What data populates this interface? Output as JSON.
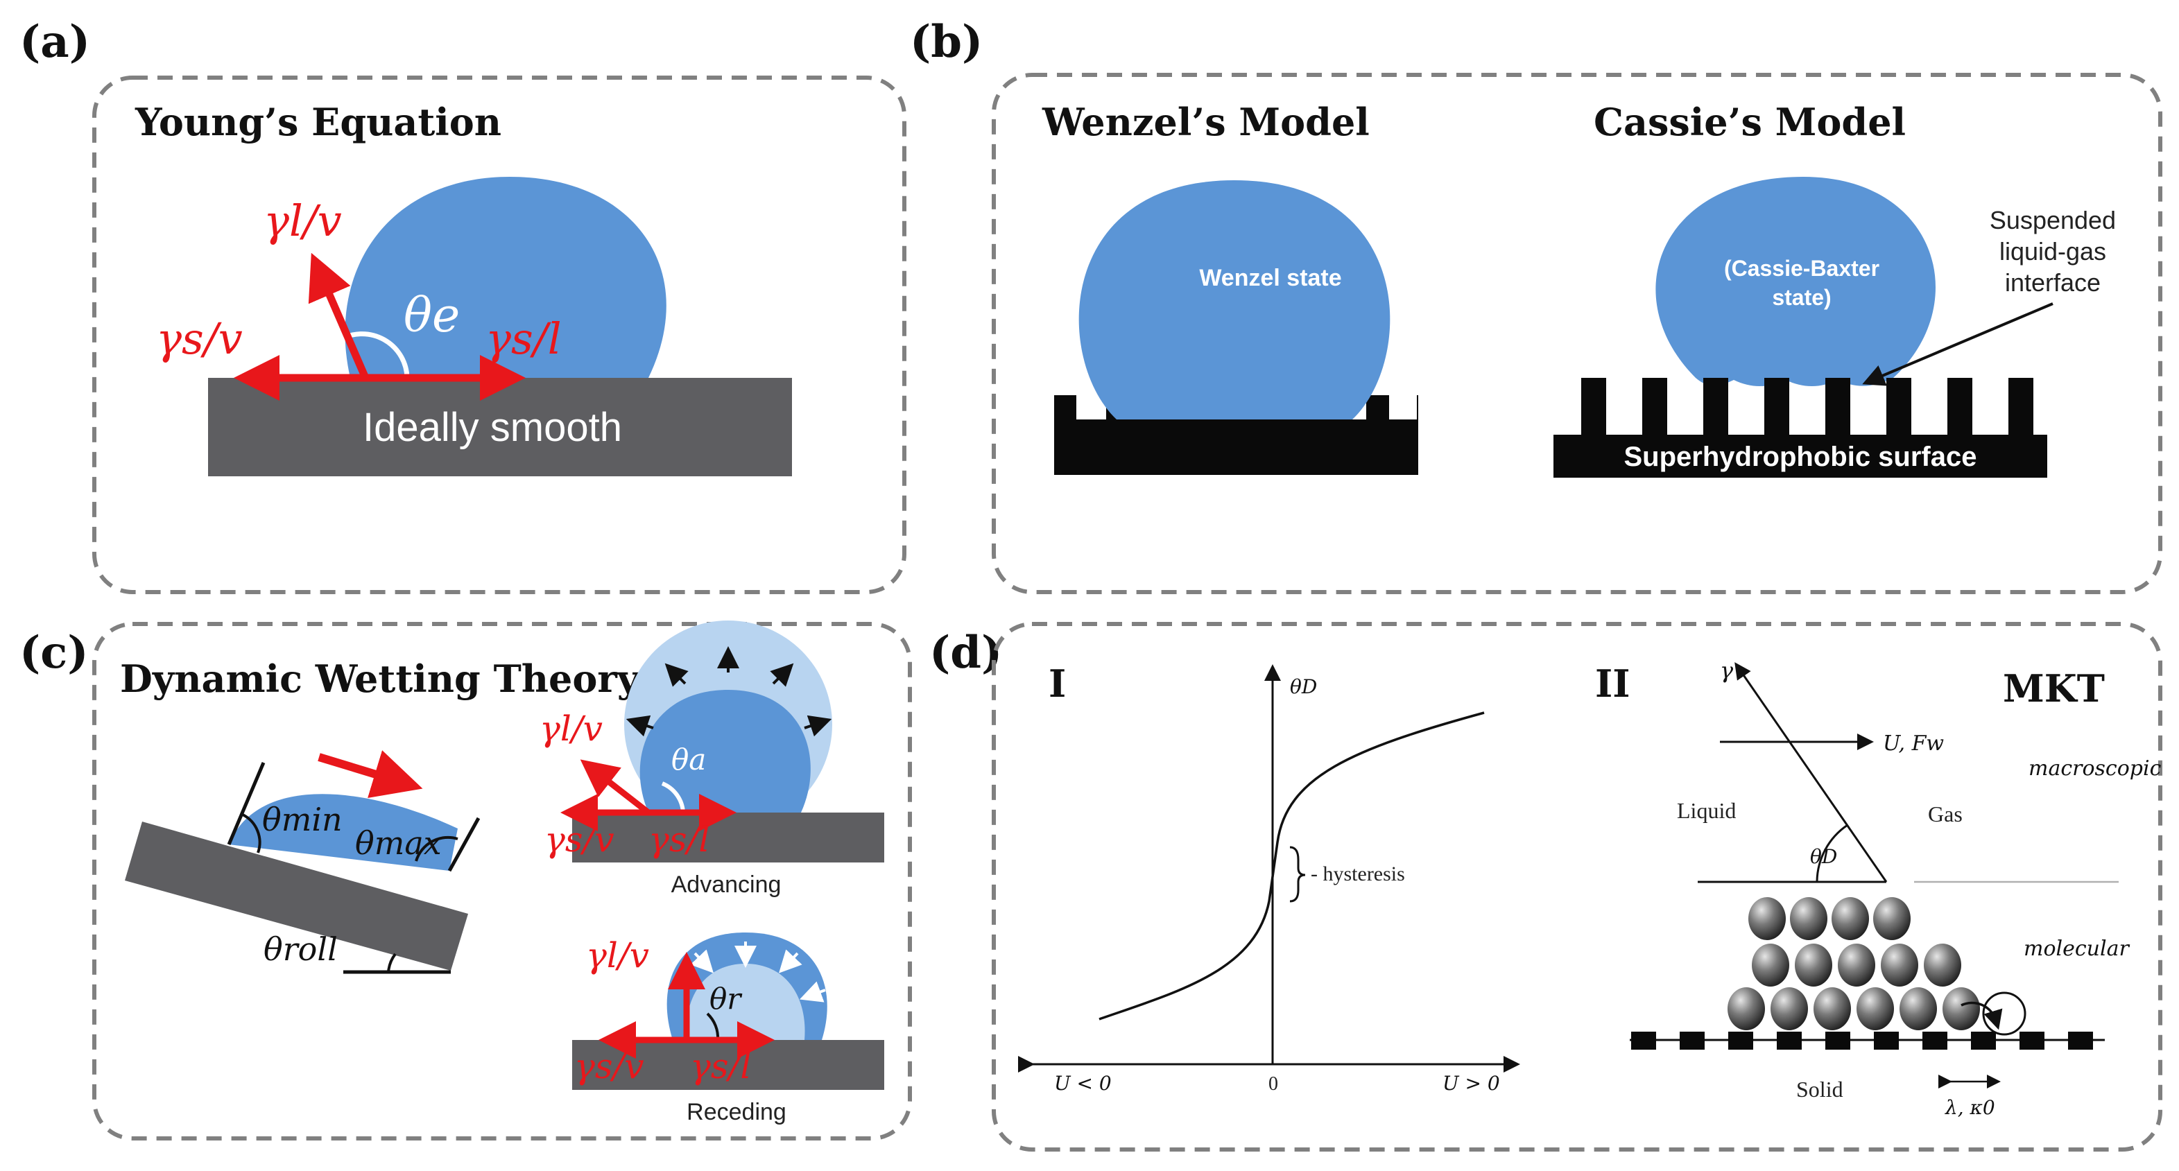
{
  "colors": {
    "drop": "#5b95d6",
    "drop_light": "#b8d4f0",
    "substrate_gray": "#5e5e61",
    "surface_black": "#0a0a0a",
    "vector_red": "#e8171b",
    "frame_gray": "#808080"
  },
  "panel_a": {
    "label": "(a)",
    "title": "Young’s Equation",
    "gamma_lv": "γl/v",
    "gamma_sv": "γs/v",
    "gamma_sl": "γs/l",
    "theta_e": "θe",
    "substrate_label": "Ideally smooth"
  },
  "panel_b": {
    "label": "(b)",
    "wenzel_title": "Wenzel’s Model",
    "wenzel_state": "Wenzel state",
    "cassie_title": "Cassie’s Model",
    "cassie_state_line1": "(Cassie-Baxter",
    "cassie_state_line2": "state)",
    "interface_line1": "Suspended",
    "interface_line2": "liquid-gas",
    "interface_line3": "interface",
    "surface_label": "Superhydrophobic surface"
  },
  "panel_c": {
    "label": "(c)",
    "title": "Dynamic Wetting Theory",
    "theta_min": "θmin",
    "theta_max": "θmax",
    "theta_roll": "θroll",
    "theta_a": "θa",
    "theta_r": "θr",
    "gamma_lv": "γl/v",
    "gamma_sv": "γs/v",
    "gamma_sl": "γs/l",
    "advancing": "Advancing",
    "receding": "Receding"
  },
  "panel_d": {
    "label": "(d)",
    "sub_i": "I",
    "sub_ii": "II",
    "mkt": "MKT",
    "theta_d": "θD",
    "hysteresis": "- hysteresis",
    "u_neg": "U < 0",
    "zero": "0",
    "u_pos": "U > 0",
    "gamma": "γ",
    "u_fw": "U, Fw",
    "macroscopic": "macroscopic",
    "molecular": "molecular",
    "liquid": "Liquid",
    "gas": "Gas",
    "solid": "Solid",
    "lambda_kappa": "λ, κ0"
  }
}
